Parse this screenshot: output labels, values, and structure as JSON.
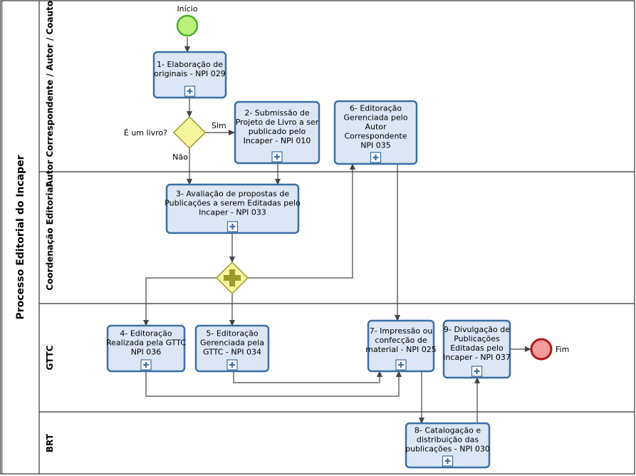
{
  "pool": {
    "title": "Processo Editorial do Incaper"
  },
  "lanes": [
    {
      "id": "autor",
      "title": "Autor Correspondente / Autor / Coautores"
    },
    {
      "id": "coord",
      "title": "Coordenação Editorial"
    },
    {
      "id": "gttc",
      "title": "GTTC"
    },
    {
      "id": "brt",
      "title": "BRT"
    }
  ],
  "events": {
    "start": {
      "label": "Início"
    },
    "end": {
      "label": "Fim"
    }
  },
  "gateway": {
    "question": "É um livro?",
    "yes": "Sim",
    "no": "Não"
  },
  "tasks": [
    {
      "id": "t1",
      "lines": [
        "1- Elaboração de",
        "originais - NPI 029"
      ]
    },
    {
      "id": "t2",
      "lines": [
        "2- Submissão de",
        "Projeto de Livro a ser",
        "publicado pelo",
        "Incaper - NPI 010"
      ]
    },
    {
      "id": "t6",
      "lines": [
        "6- Editoração",
        "Gerenciada pelo",
        "Autor",
        "Correspondente",
        "NPI 035"
      ]
    },
    {
      "id": "t3",
      "lines": [
        "3- Avaliação de propostas de",
        "Publicações a serem Editadas pelo",
        "Incaper - NPI 033"
      ]
    },
    {
      "id": "t4",
      "lines": [
        "4- Editoração",
        "Realizada pela GTTC",
        "NPI 036"
      ]
    },
    {
      "id": "t5",
      "lines": [
        "5- Editoração",
        "Gerenciada pela",
        "GTTC - NPI 034"
      ]
    },
    {
      "id": "t7",
      "lines": [
        "7- Impressão ou",
        "confecção de",
        "material - NPI 025"
      ]
    },
    {
      "id": "t9",
      "lines": [
        "9- Divulgação de",
        "Publicações",
        "Editadas pelo",
        "Incaper - NPI 037"
      ]
    },
    {
      "id": "t8",
      "lines": [
        "8- Catalogação e",
        "distribuição das",
        "publicações - NPI 030"
      ]
    }
  ],
  "colors": {
    "task_fill": "#dce6f4",
    "task_border": "#3b6ea5",
    "start_fill": "#b8f07a",
    "start_border": "#4cae2a",
    "end_fill": "#f49a9a",
    "end_border": "#b01818",
    "gateway_fill": "#f5f59e",
    "gateway_border": "#9a9a2a"
  }
}
